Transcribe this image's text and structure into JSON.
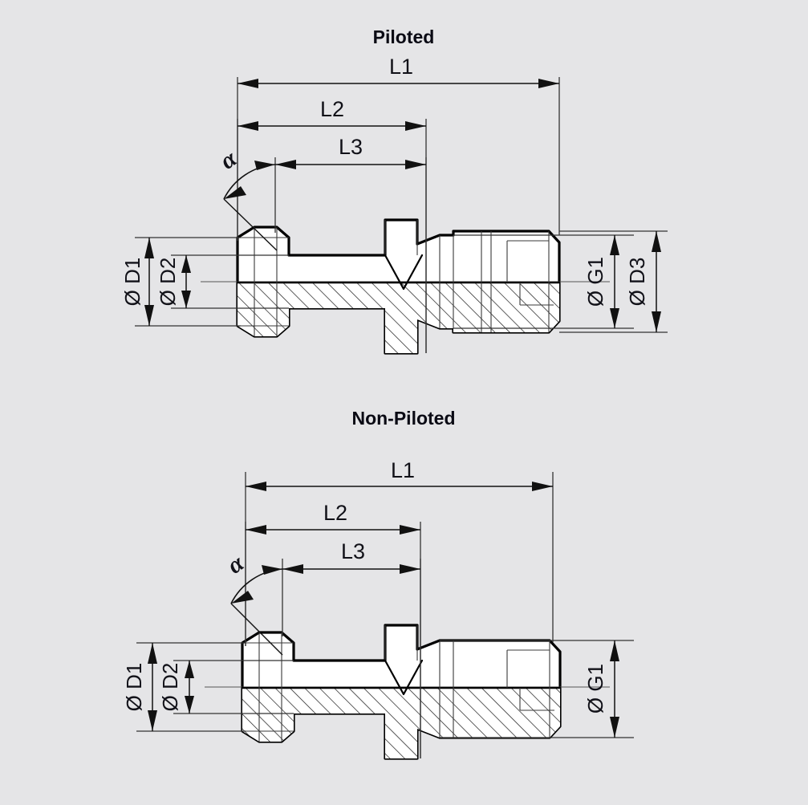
{
  "page": {
    "background_color": "#e5e5e7",
    "line_color": "#111118",
    "part_fill_color": "#ffffff"
  },
  "diagrams": [
    {
      "id": "piloted",
      "title": "Piloted",
      "length_dimensions": [
        {
          "label": "L1"
        },
        {
          "label": "L2"
        },
        {
          "label": "L3"
        }
      ],
      "angle_dimension": {
        "label": "α"
      },
      "left_diameters": [
        {
          "label": "Ø D1"
        },
        {
          "label": "Ø D2"
        }
      ],
      "right_diameters": [
        {
          "label": "Ø G1"
        },
        {
          "label": "Ø D3"
        }
      ]
    },
    {
      "id": "non-piloted",
      "title": "Non-Piloted",
      "length_dimensions": [
        {
          "label": "L1"
        },
        {
          "label": "L2"
        },
        {
          "label": "L3"
        }
      ],
      "angle_dimension": {
        "label": "α"
      },
      "left_diameters": [
        {
          "label": "Ø D1"
        },
        {
          "label": "Ø D2"
        }
      ],
      "right_diameters": [
        {
          "label": "Ø G1"
        }
      ]
    }
  ]
}
